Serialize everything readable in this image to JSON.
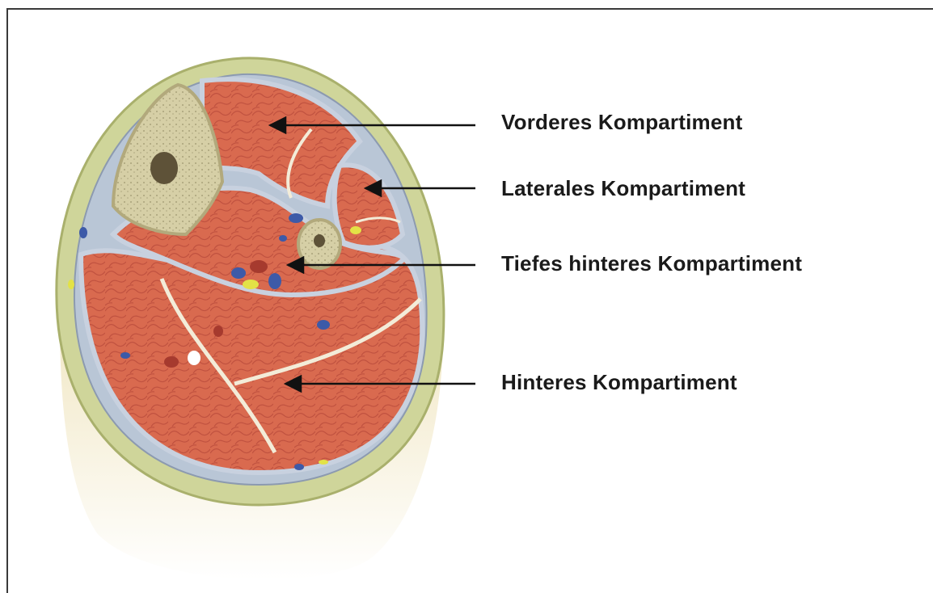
{
  "labels": {
    "anterior": "Vorderes Kompartiment",
    "lateral": "Laterales Kompartiment",
    "deep_posterior": "Tiefes hinteres Kompartiment",
    "posterior": "Hinteres Kompartiment"
  },
  "colors": {
    "skin": "#f1e7c4",
    "fat": "#cfd59a",
    "fascia": "#b9c6d6",
    "muscle": "#d96a4f",
    "bone": "#ddd6b0",
    "vein": "#3d5aa8",
    "artery": "#a63a2e",
    "nerve": "#e3e246"
  }
}
